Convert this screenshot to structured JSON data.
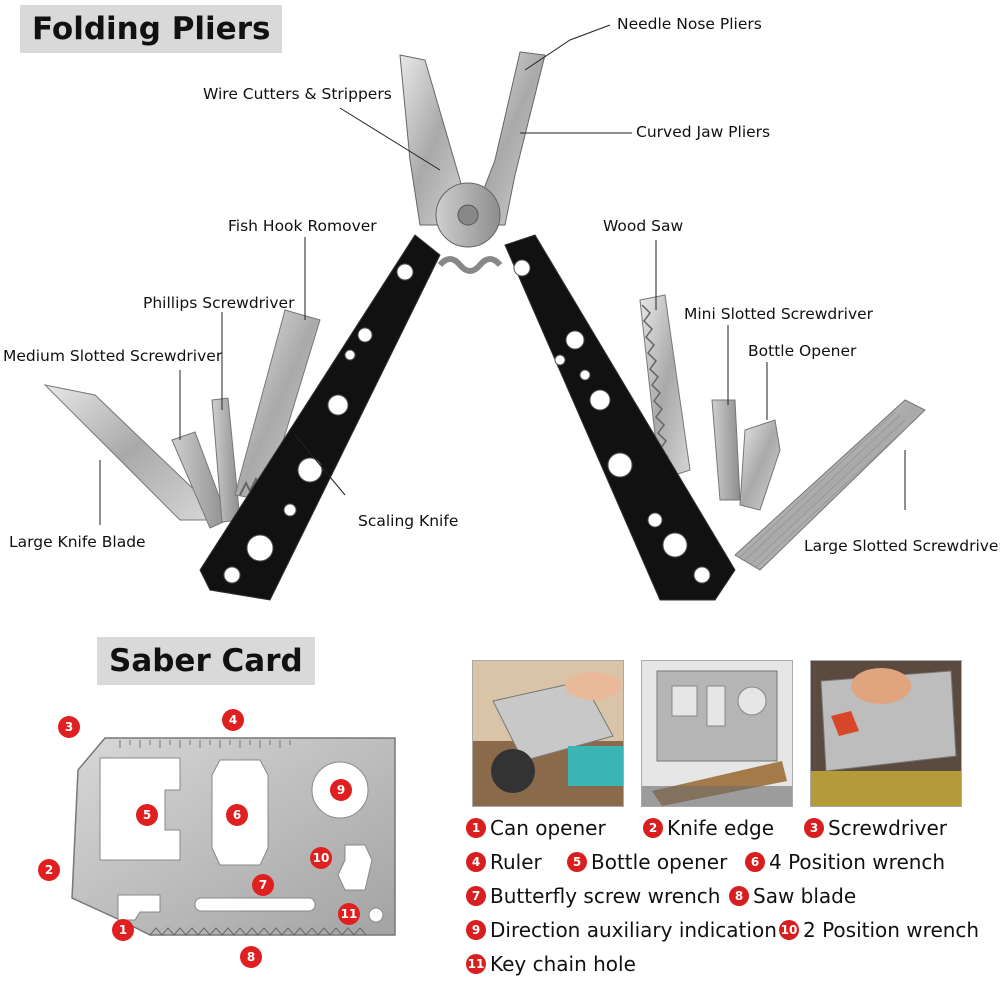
{
  "folding_pliers": {
    "title": "Folding Pliers",
    "callouts": {
      "needle_nose": "Needle Nose Pliers",
      "wire_cutters": "Wire Cutters & Strippers",
      "curved_jaw": "Curved Jaw Pliers",
      "fish_hook": "Fish Hook Romover",
      "wood_saw": "Wood Saw",
      "phillips": "Phillips Screwdriver",
      "mini_slotted": "Mini Slotted Screwdriver",
      "medium_slotted": "Medium Slotted Screwdriver",
      "bottle_opener": "Bottle Opener",
      "scaling_knife": "Scaling Knife",
      "large_knife": "Large Knife Blade",
      "large_slotted": "Large Slotted Screwdriver"
    }
  },
  "saber_card": {
    "title": "Saber Card",
    "markers": [
      "1",
      "2",
      "3",
      "4",
      "5",
      "6",
      "7",
      "8",
      "9",
      "10",
      "11"
    ],
    "legend": [
      {
        "num": "1",
        "label": "Can opener"
      },
      {
        "num": "2",
        "label": "Knife edge"
      },
      {
        "num": "3",
        "label": "Screwdriver"
      },
      {
        "num": "4",
        "label": "Ruler"
      },
      {
        "num": "5",
        "label": "Bottle opener"
      },
      {
        "num": "6",
        "label": "4 Position wrench"
      },
      {
        "num": "7",
        "label": "Butterfly screw wrench"
      },
      {
        "num": "8",
        "label": "Saw blade"
      },
      {
        "num": "9",
        "label": "Direction auxiliary indication"
      },
      {
        "num": "10",
        "label": "2 Position wrench"
      },
      {
        "num": "11",
        "label": "Key chain hole"
      }
    ]
  },
  "colors": {
    "marker_red": "#e02020",
    "steel": "#b8b8b8",
    "handle_black": "#111111",
    "title_bg": "#d9d9d9"
  }
}
